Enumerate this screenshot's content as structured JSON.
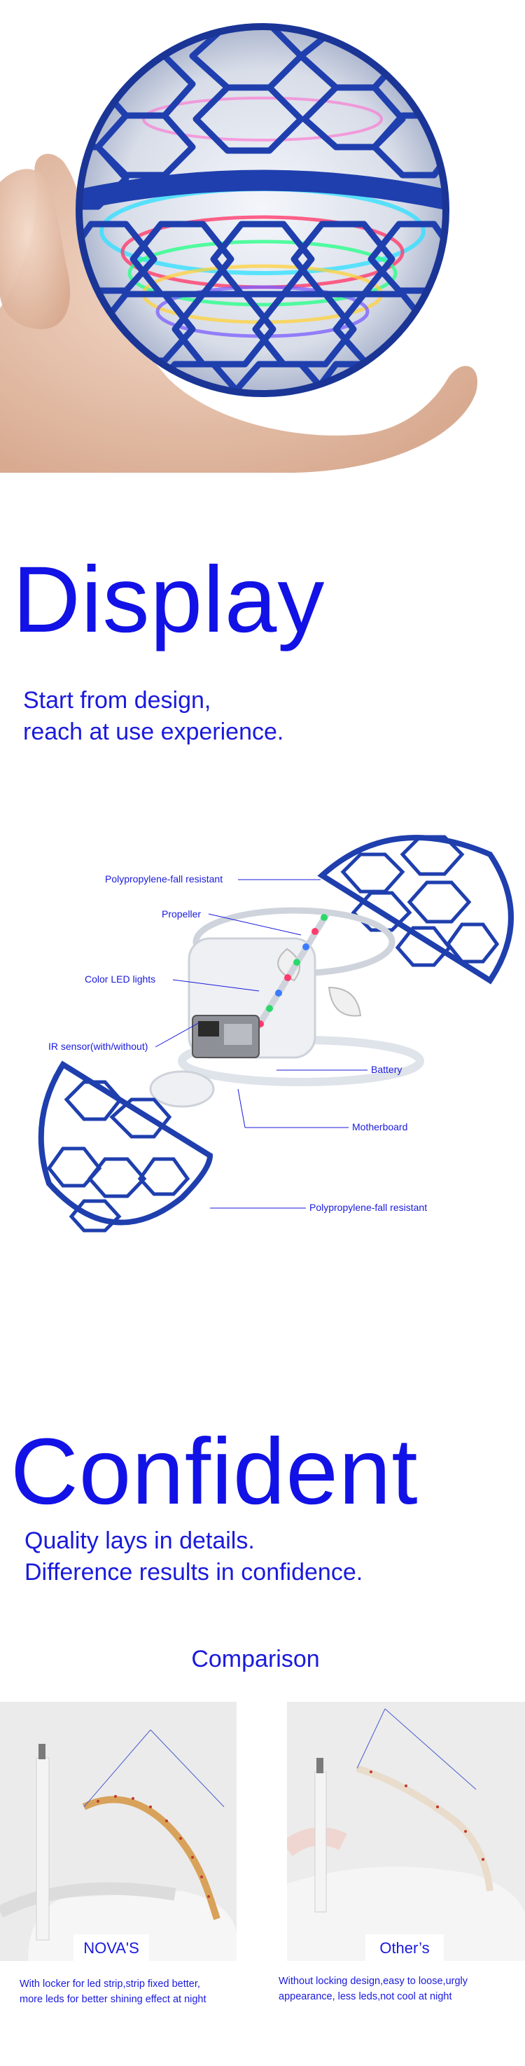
{
  "display": {
    "title": "Display",
    "subtitle_line1": "Start from design,",
    "subtitle_line2": "reach at use experience."
  },
  "diagram": {
    "labels": {
      "fall_top": "Polypropylene-fall resistant",
      "propeller": "Propeller",
      "led": "Color LED lights",
      "ir": "IR sensor(with/without)",
      "battery": "Battery",
      "motherboard": "Motherboard",
      "fall_bottom": "Polypropylene-fall resistant"
    }
  },
  "confident": {
    "title": "Confident",
    "subtitle_line1": "Quality lays in details.",
    "subtitle_line2": "Difference results in confidence."
  },
  "comparison": {
    "title": "Comparison",
    "left": {
      "tag": "NOVA'S",
      "caption_line1": "With locker for led strip,strip fixed better,",
      "caption_line2": "more leds for better shining effect at night"
    },
    "right": {
      "tag": "Other’s",
      "caption_line1": "Without locking design,easy to loose,urgly",
      "caption_line2": "appearance, less leds,not cool at night"
    }
  },
  "colors": {
    "accent": "#1212e6",
    "cage_blue": "#1f3fae"
  }
}
